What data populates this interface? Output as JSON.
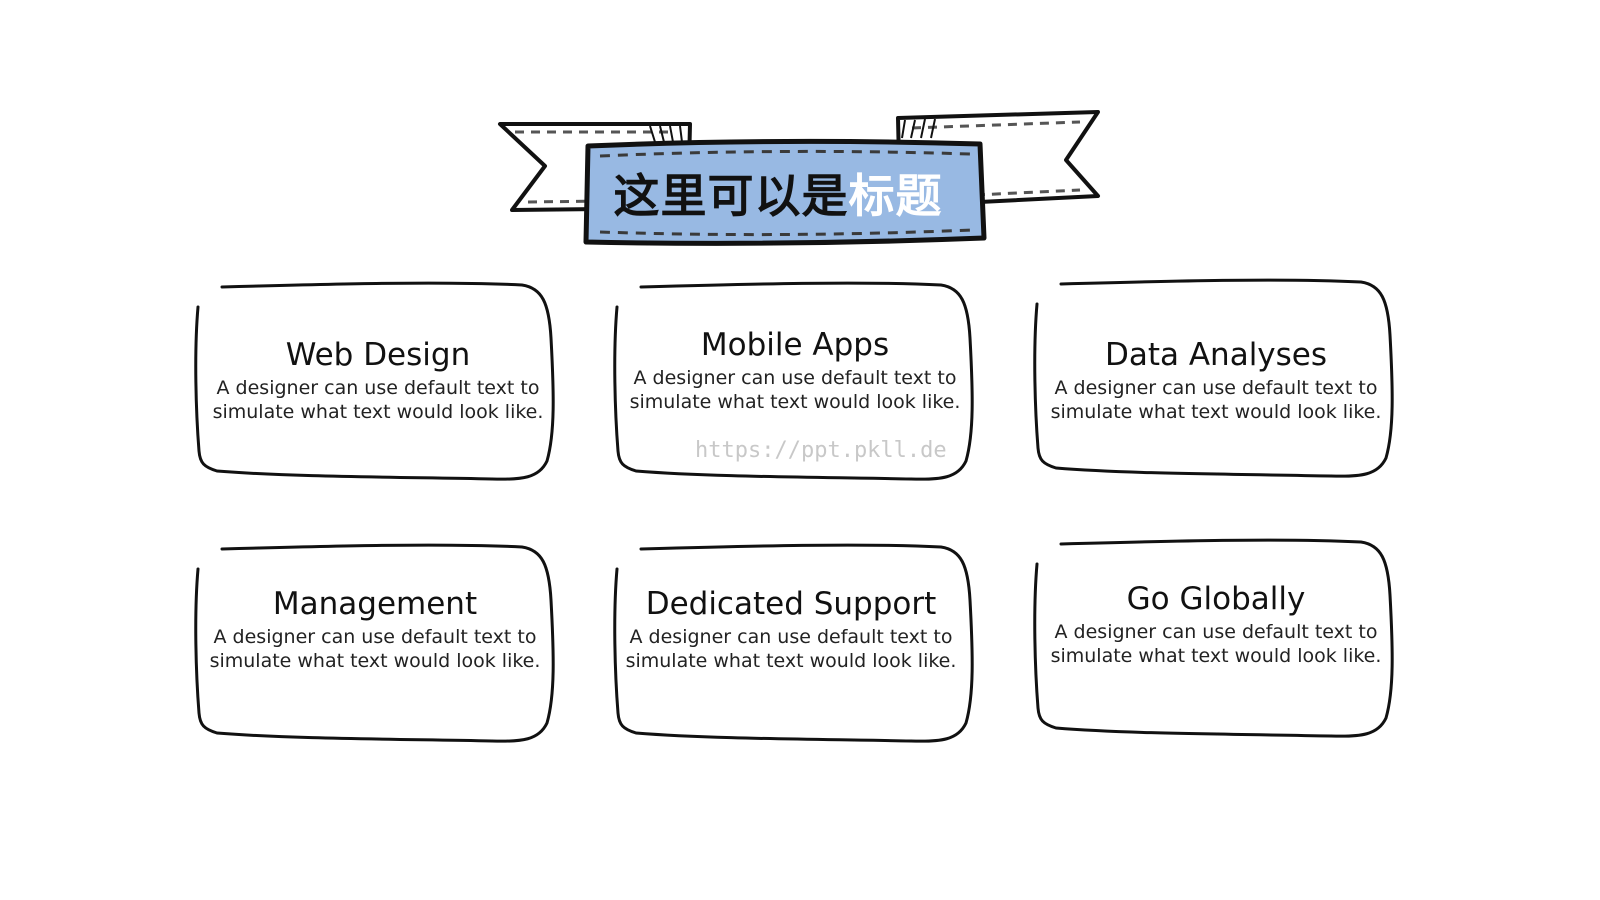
{
  "banner": {
    "title_dark": "这里可以是",
    "title_light": "标题",
    "fill_color": "#98b9e3",
    "outline_color": "#111111"
  },
  "cards": [
    {
      "title": "Web Design",
      "body": "A designer can use default text to simulate what text would look like."
    },
    {
      "title": "Mobile Apps",
      "body": "A designer can use default text to simulate what text would look like."
    },
    {
      "title": "Data Analyses",
      "body": "A designer can use default text to simulate what text would look like."
    },
    {
      "title": "Management",
      "body": "A designer can use default text to simulate what text would look like."
    },
    {
      "title": "Dedicated Support",
      "body": "A designer can use default text to simulate what text would look like."
    },
    {
      "title": "Go Globally",
      "body": "A designer can use default text to simulate what text would look like."
    }
  ],
  "watermark": "https://ppt.pkll.de"
}
